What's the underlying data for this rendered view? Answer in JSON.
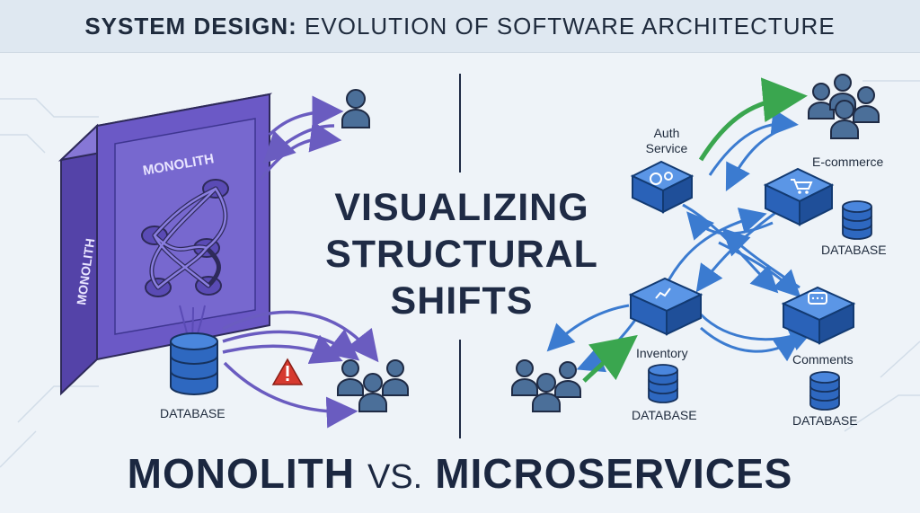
{
  "header": {
    "title_bold": "SYSTEM DESIGN:",
    "title_rest": "EVOLUTION OF SOFTWARE ARCHITECTURE"
  },
  "center": {
    "line1": "VISUALIZING",
    "line2": "STRUCTURAL",
    "line3": "SHIFTS"
  },
  "footer": {
    "left": "MONOLITH",
    "vs": "VS.",
    "right": "MICROSERVICES"
  },
  "monolith": {
    "front_label": "MONOLITH",
    "side_label": "MONOLITH",
    "database_label": "DATABASE"
  },
  "microservices": {
    "auth_label_line1": "Auth",
    "auth_label_line2": "Service",
    "ecommerce_label": "E-commerce",
    "ecommerce_db_label": "DATABASE",
    "inventory_label": "Inventory",
    "inventory_db_label": "DATABASE",
    "comments_label": "Comments",
    "comments_db_label": "DATABASE"
  },
  "colors": {
    "monolith_purple": "#6c5bc4",
    "service_blue": "#2f6fcf",
    "green_arrow": "#3aa64f",
    "warning_red": "#d63a2f"
  }
}
